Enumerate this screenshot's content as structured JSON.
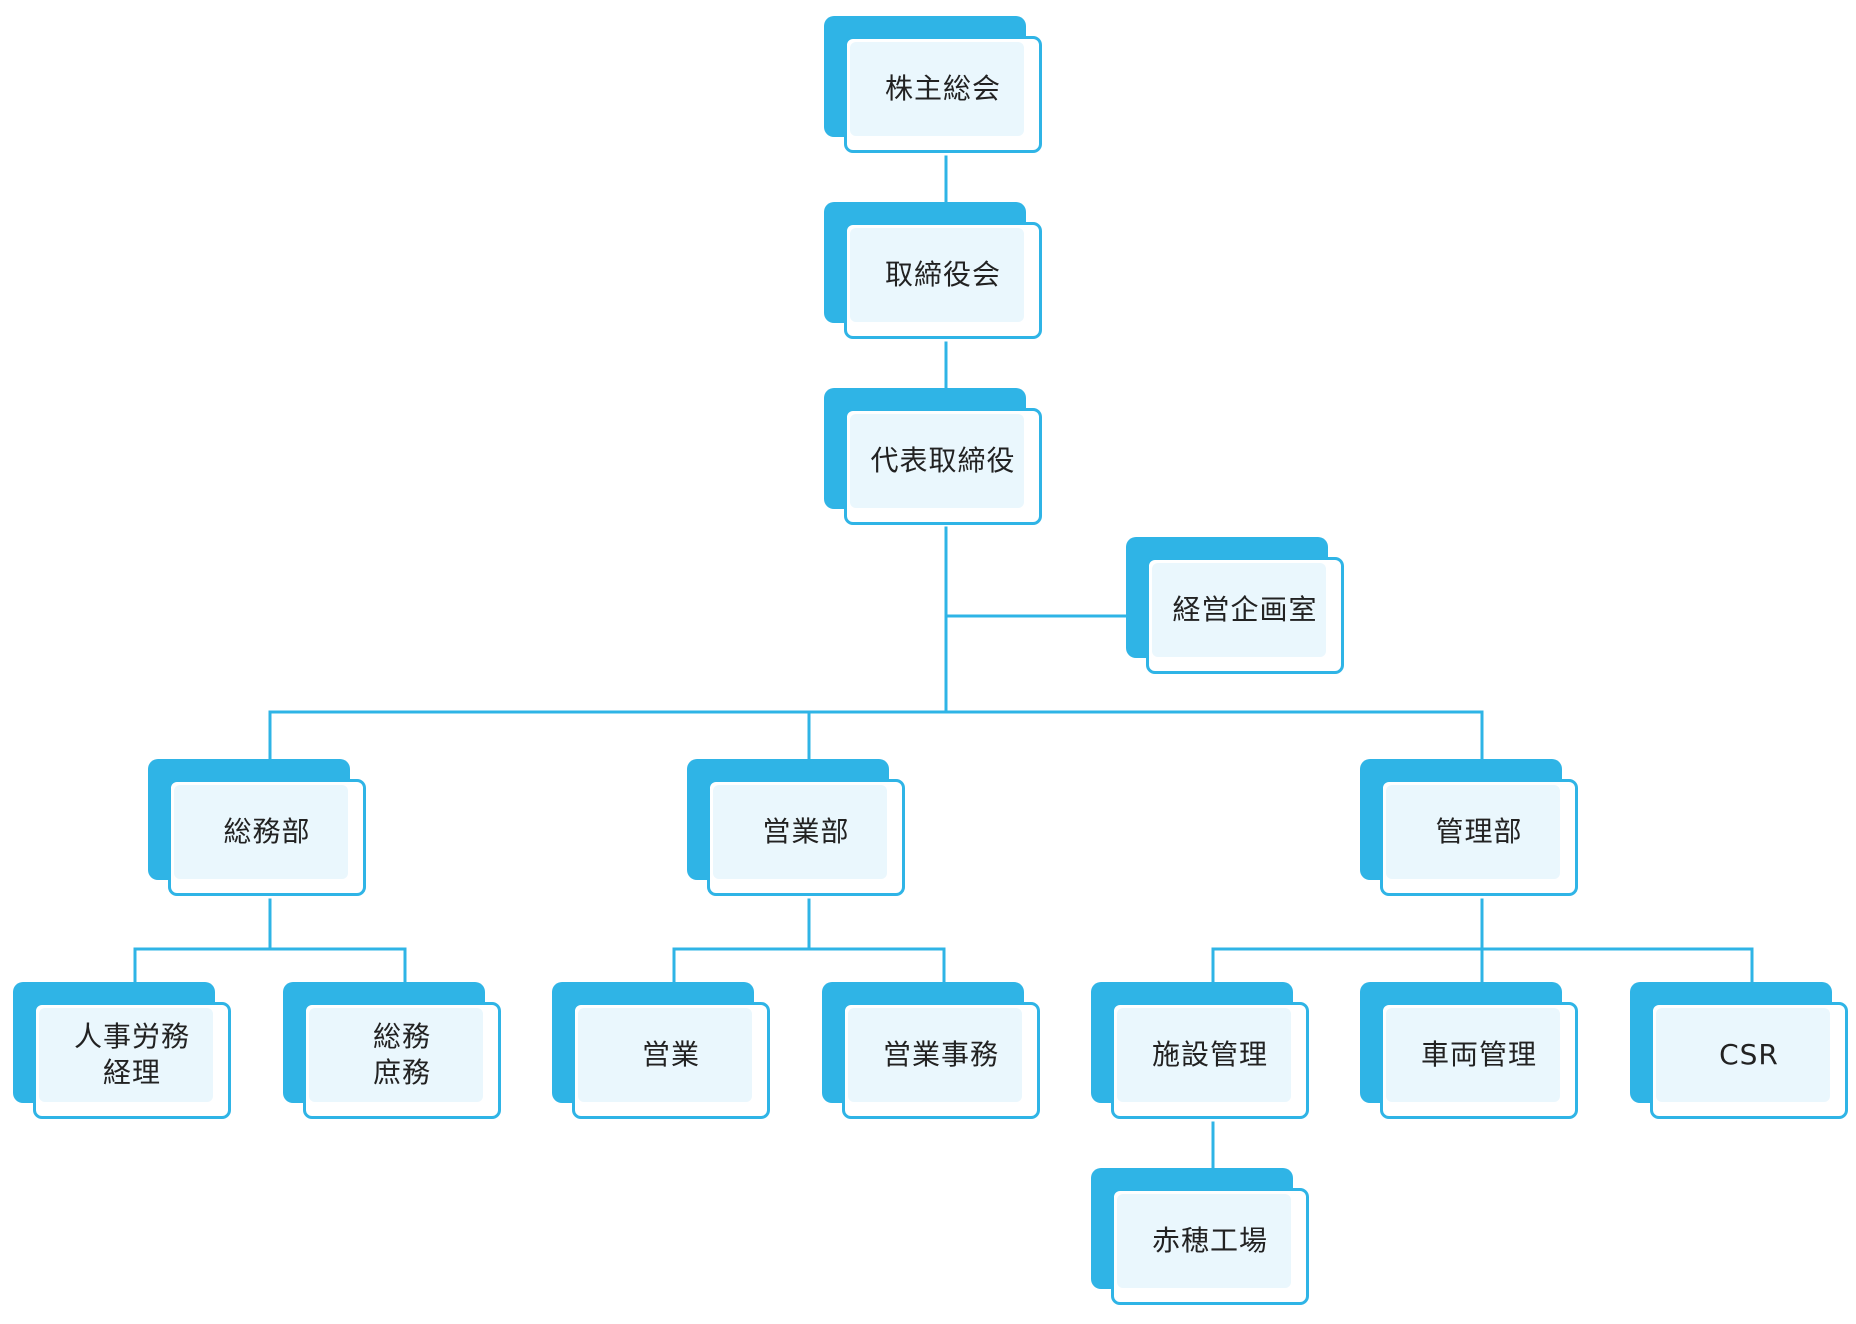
{
  "colors": {
    "accent": "#2fb4e6",
    "box_fill": "#eaf7fd",
    "line": "#2fb4e6",
    "text": "#222222"
  },
  "nodes": [
    {
      "id": "shareholders",
      "label": "株主総会"
    },
    {
      "id": "board",
      "label": "取締役会"
    },
    {
      "id": "president",
      "label": "代表取締役"
    },
    {
      "id": "planning",
      "label": "経営企画室"
    },
    {
      "id": "general-affairs",
      "label": "総務部"
    },
    {
      "id": "sales-dept",
      "label": "営業部"
    },
    {
      "id": "management",
      "label": "管理部"
    },
    {
      "id": "hr-accounting",
      "label": "人事労務\n経理"
    },
    {
      "id": "general-admin",
      "label": "総務\n庶務"
    },
    {
      "id": "sales",
      "label": "営業"
    },
    {
      "id": "sales-admin",
      "label": "営業事務"
    },
    {
      "id": "facility",
      "label": "施設管理"
    },
    {
      "id": "vehicle",
      "label": "車両管理"
    },
    {
      "id": "csr",
      "label": "CSR"
    },
    {
      "id": "ako-factory",
      "label": "赤穂工場"
    }
  ]
}
